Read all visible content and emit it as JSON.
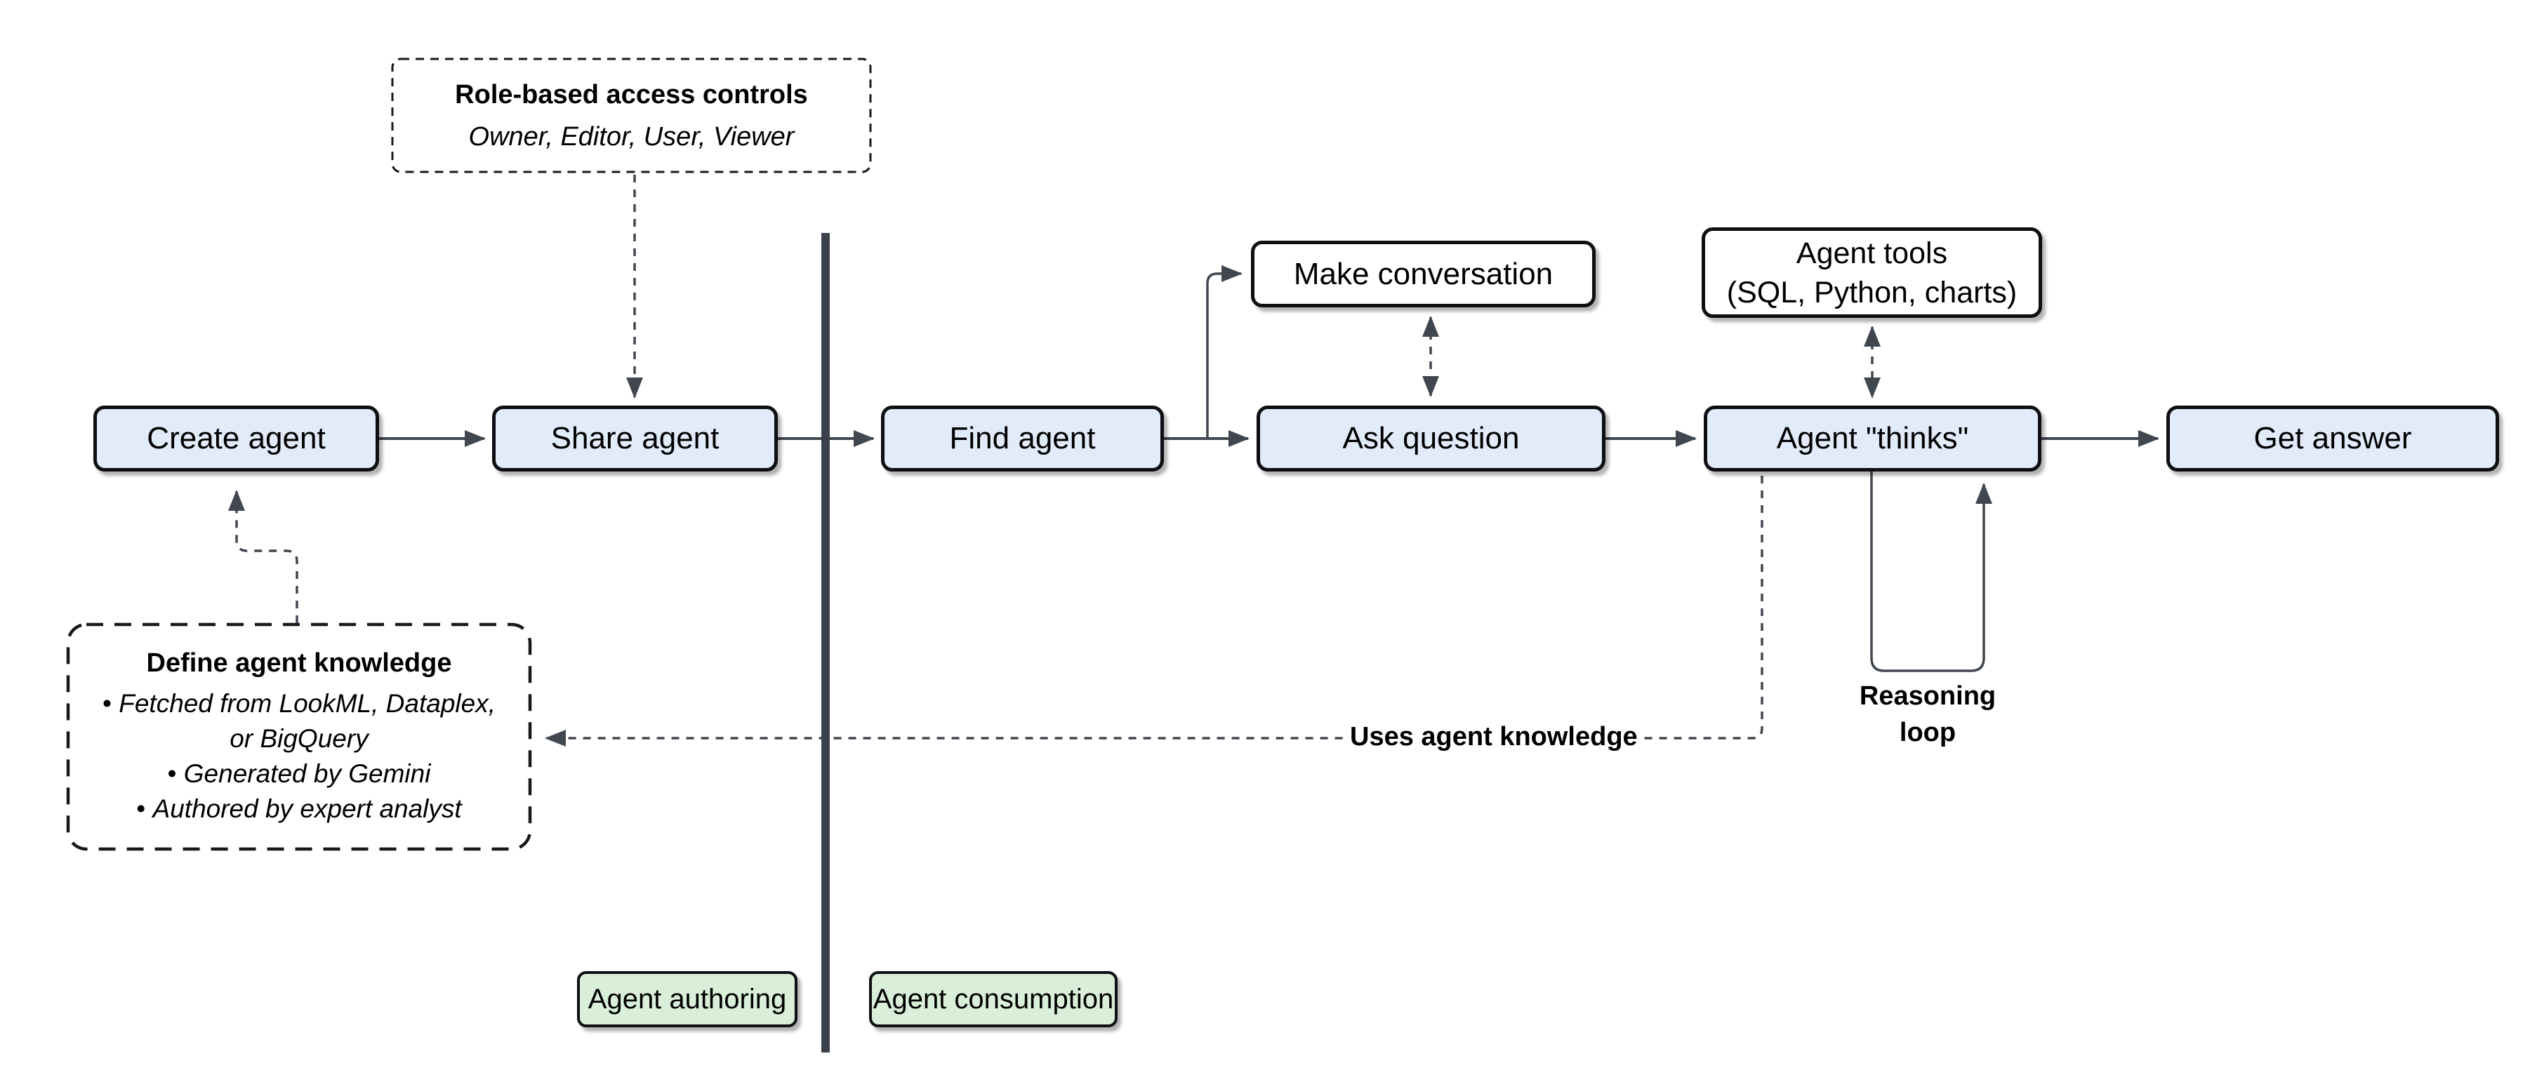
{
  "colors": {
    "border": "#0d0f12",
    "connector": "#40474f",
    "divider": "#3a414b",
    "node_fill": "#e1ebfa",
    "alt_fill": "#ffffff",
    "lane_fill": "#d9efd9",
    "text": "#000000"
  },
  "nodes": {
    "create_agent": "Create agent",
    "share_agent": "Share agent",
    "find_agent": "Find agent",
    "make_conversation": "Make conversation",
    "ask_question": "Ask question",
    "agent_tools_line1": "Agent tools",
    "agent_tools_line2": "(SQL, Python, charts)",
    "agent_thinks": "Agent \"thinks\"",
    "get_answer": "Get answer"
  },
  "callouts": {
    "role_access": {
      "title": "Role-based access controls",
      "subtitle": "Owner, Editor, User, Viewer"
    },
    "define_knowledge": {
      "title": "Define agent knowledge",
      "bullets": [
        "Fetched from LookML, Dataplex, or BigQuery",
        "Generated by Gemini",
        "Authored by expert analyst"
      ]
    }
  },
  "edge_labels": {
    "uses_knowledge": "Uses agent knowledge",
    "reasoning_loop": "Reasoning loop"
  },
  "lanes": {
    "authoring": "Agent authoring",
    "consumption": "Agent consumption"
  }
}
